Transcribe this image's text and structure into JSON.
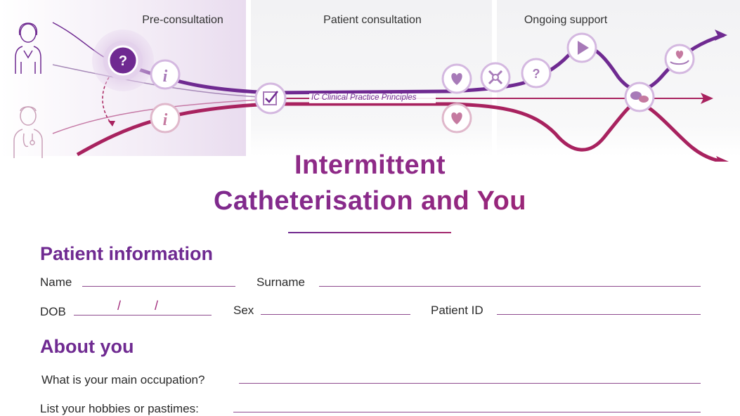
{
  "journey": {
    "phases": [
      {
        "label": "Pre-consultation"
      },
      {
        "label": "Patient consultation"
      },
      {
        "label": "Ongoing support"
      }
    ],
    "band_label": "IC Clinical Practice Principles",
    "colors": {
      "purple": "#6f2a91",
      "magenta": "#a8225f",
      "light_purple": "#b899c8"
    }
  },
  "document": {
    "title_line1": "Intermittent",
    "title_line2": "Catheterisation and You"
  },
  "patient_info": {
    "heading": "Patient information",
    "name_label": "Name",
    "surname_label": "Surname",
    "dob_label": "DOB",
    "dob_separator": "/",
    "sex_label": "Sex",
    "patient_id_label": "Patient ID"
  },
  "about_you": {
    "heading": "About you",
    "occupation_label": "What is your main occupation?",
    "hobbies_label": "List your hobbies or pastimes:"
  }
}
